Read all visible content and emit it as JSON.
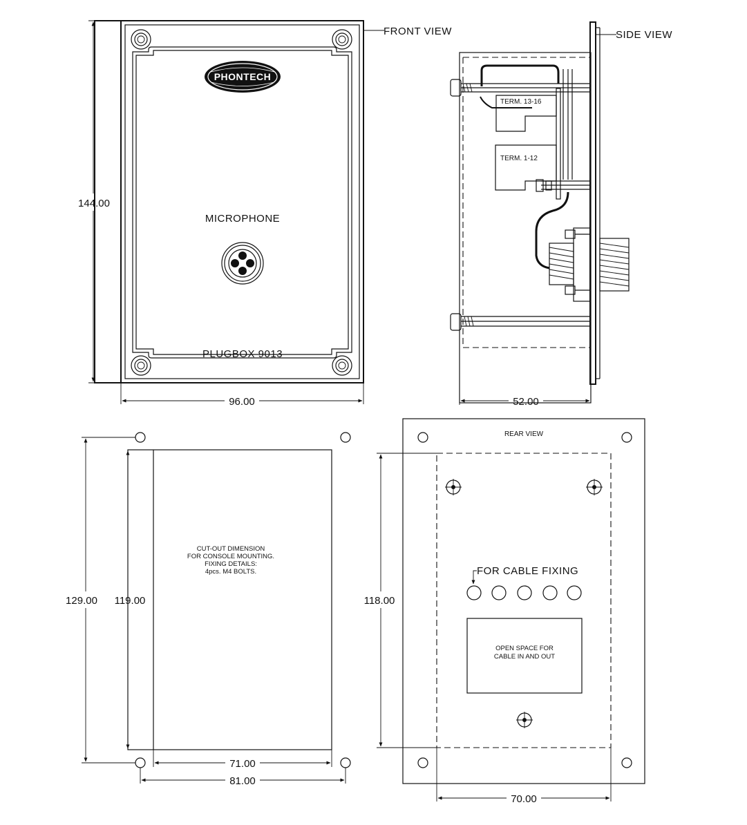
{
  "front_view": {
    "label": "FRONT VIEW",
    "logo": "PHONTECH",
    "panel_label": "MICROPHONE",
    "model": "PLUGBOX 9013",
    "dim_height": "144.00",
    "dim_width": "96.00"
  },
  "side_view": {
    "label": "SIDE VIEW",
    "term_upper": "TERM. 13-16",
    "term_lower": "TERM. 1-12",
    "dim_depth": "52.00"
  },
  "cutout_view": {
    "note_line1": "CUT-OUT DIMENSION",
    "note_line2": "FOR CONSOLE MOUNTING.",
    "note_line3": "FIXING DETAILS:",
    "note_line4": "4pcs. M4 BOLTS.",
    "dim_outer_height": "129.00",
    "dim_inner_height": "119.00",
    "dim_inner_width": "71.00",
    "dim_outer_width": "81.00"
  },
  "rear_view": {
    "label": "REAR VIEW",
    "cable_fixing": "FOR CABLE FIXING",
    "open_space_line1": "OPEN SPACE FOR",
    "open_space_line2": "CABLE IN AND OUT",
    "dim_height": "118.00",
    "dim_width": "70.00"
  }
}
